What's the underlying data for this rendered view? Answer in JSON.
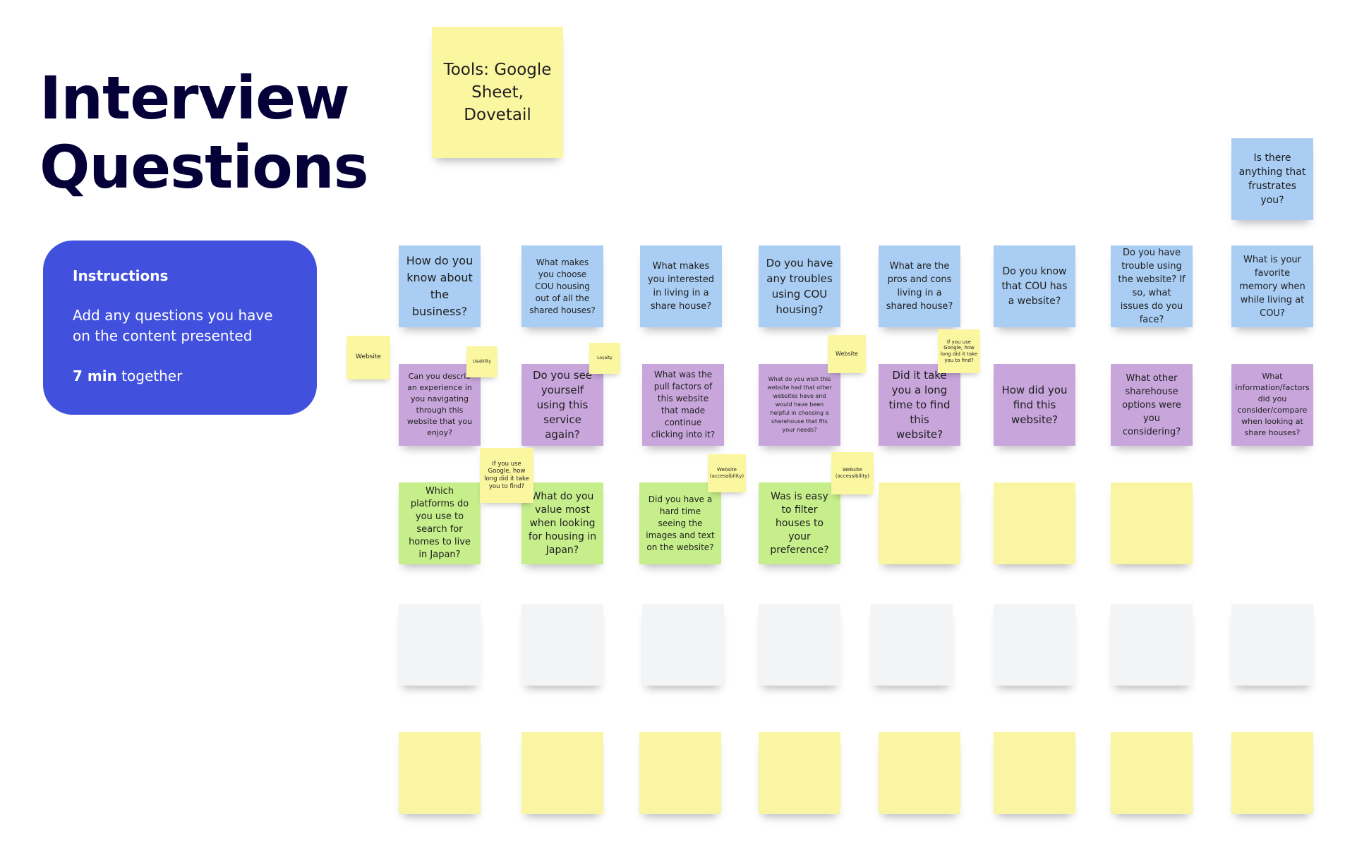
{
  "title": {
    "line1": "Interview",
    "line2": "Questions"
  },
  "instructions": {
    "heading": "Instructions",
    "body": "Add any questions you have on the content presented",
    "duration_bold": "7 min",
    "duration_rest": " together"
  },
  "tools_note": "Tools: Google Sheet, Dovetail",
  "questions": {
    "frustrates": "Is there anything that frustrates you?",
    "r1": [
      "How do you know about the business?",
      "What makes you choose COU housing out of all the shared houses?",
      "What makes you interested in living in a share house?",
      "Do you have any troubles using COU housing?",
      "What are the pros and cons living in a shared house?",
      "Do you know that COU has a website?",
      "Do you have trouble using the website? If so, what issues do you face?",
      "What is your favorite memory when while living at COU?"
    ],
    "r2": [
      "Can you describ an experience in you navigating through this website that you enjoy?",
      "Do you see yourself using this service again?",
      "What was the pull factors of this website that made continue clicking into it?",
      "What do you wish this website had that other websites have and would have been helpful in choosing a sharehouse that fits your needs?",
      "Did it take you a long time to find this website?",
      "How did you find this website?",
      "What other sharehouse options were you considering?",
      "What information/factors did you consider/compare when looking at share houses?"
    ],
    "r3": [
      "Which platforms do you use to search for homes to live in Japan?",
      "What do you value most when looking for housing in Japan?",
      "Did you have a hard time seeing the images and text on the website?",
      "Was is easy to filter houses to your preference?"
    ]
  },
  "tags": {
    "website_1": "Website",
    "usability": "Usability",
    "loyalty": "Loyalty",
    "website_2": "Website",
    "google_1": "If you use Google, how long did it take you to find?",
    "google_2": "If you use Google, how long did it take you to find?",
    "website_access_1": "Website (accessibility)",
    "website_access_2": "Website (accessibility)"
  },
  "colors": {
    "blue": "#a9cdf3",
    "purple": "#c8a6dc",
    "green": "#c6ee8a",
    "yellow": "#fbf7a1",
    "accent": "#4151dd",
    "title": "#050038"
  }
}
